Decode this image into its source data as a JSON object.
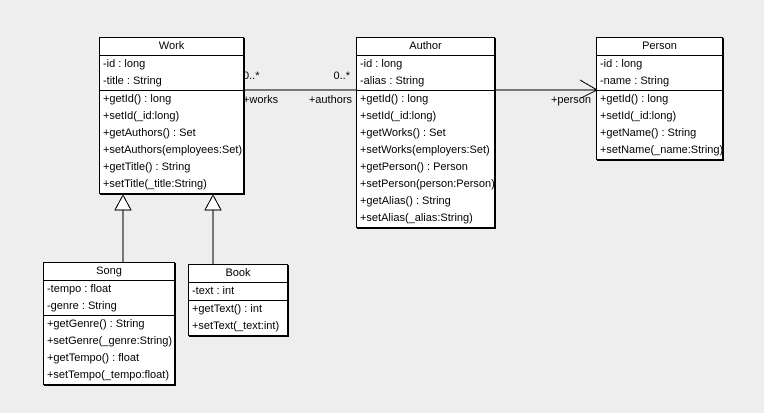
{
  "colors": {
    "canvas_background": "#eeeeee",
    "class_fill": "#ffffff",
    "line_color": "#000000",
    "text_color": "#000000"
  },
  "classes": [
    {
      "title": "Work",
      "attributes": [
        "-id : long",
        "-title : String"
      ],
      "methods": [
        "+getId() : long",
        "+setId(_id:long)",
        "+getAuthors() : Set",
        "+setAuthors(employees:Set)",
        "+getTitle() : String",
        "+setTitle(_title:String)"
      ]
    },
    {
      "title": "Author",
      "attributes": [
        "-id : long",
        "-alias : String"
      ],
      "methods": [
        "+getId() : long",
        "+setId(_id:long)",
        "+getWorks() : Set",
        "+setWorks(employers:Set)",
        "+getPerson() : Person",
        "+setPerson(person:Person)",
        "+getAlias() : String",
        "+setAlias(_alias:String)"
      ]
    },
    {
      "title": "Person",
      "attributes": [
        "-id : long",
        "-name : String"
      ],
      "methods": [
        "+getId() : long",
        "+setId(_id:long)",
        "+getName() : String",
        "+setName(_name:String)"
      ]
    },
    {
      "title": "Song",
      "attributes": [
        "-tempo : float",
        "-genre : String"
      ],
      "methods": [
        "+getGenre() : String",
        "+setGenre(_genre:String)",
        "+getTempo() : float",
        "+setTempo(_tempo:float)"
      ]
    },
    {
      "title": "Book",
      "attributes": [
        "-text : int"
      ],
      "methods": [
        "+getText() : int",
        "+setText(_text:int)"
      ]
    }
  ],
  "relationships": {
    "work_author": {
      "type": "association",
      "near_work": {
        "multiplicity": "0..*",
        "role": "+works"
      },
      "near_author": {
        "multiplicity": "0..*",
        "role": "+authors"
      }
    },
    "author_person": {
      "type": "directed_association",
      "near_person": {
        "role": "+person"
      }
    },
    "song_work": {
      "type": "generalization"
    },
    "book_work": {
      "type": "generalization"
    }
  }
}
